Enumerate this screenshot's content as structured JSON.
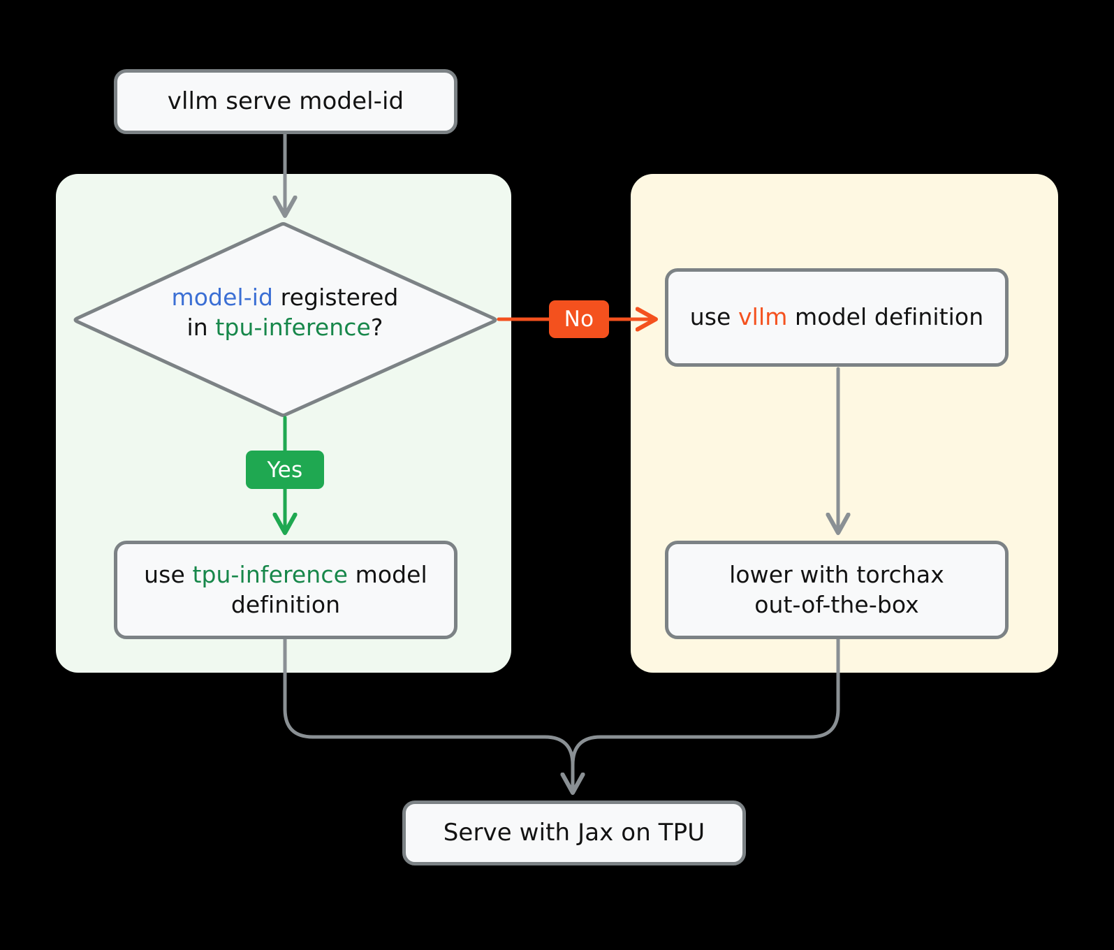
{
  "diagram": {
    "title": "vllm serve model-id TPU routing flowchart",
    "type": "flowchart",
    "background": "#000000",
    "colors": {
      "node_fill": "#F8F9FA",
      "node_border": "#7C8285",
      "edge": "#8A9094",
      "yes_badge": "#1FA851",
      "no_badge": "#F4511E",
      "panel_green": "#F0F9F0",
      "panel_yellow": "#FEF8E2",
      "keyword_blue": "#3B6FD4",
      "keyword_green": "#17874A",
      "keyword_orange": "#F4511E"
    }
  },
  "panels": {
    "left": {
      "name": "tpu-inference-path-panel",
      "fill": "#F0F9F0"
    },
    "right": {
      "name": "vllm-path-panel",
      "fill": "#FEF8E2"
    }
  },
  "nodes": {
    "start": {
      "label": "vllm serve model-id"
    },
    "decision": {
      "line1_part1": "model-id",
      "line1_part2": " registered",
      "line2_part1": "in ",
      "line2_part2": "tpu-inference",
      "line2_part3": "?"
    },
    "use_tpu_inference": {
      "part1": "use ",
      "part2": "tpu-inference",
      "part3": " model definition"
    },
    "use_vllm": {
      "part1": "use ",
      "part2": "vllm",
      "part3": " model definition"
    },
    "lower_torchax": {
      "line1": "lower with torchax",
      "line2": "out-of-the-box"
    },
    "serve": {
      "label": "Serve with Jax on TPU"
    }
  },
  "edges": {
    "yes_label": "Yes",
    "no_label": "No"
  }
}
